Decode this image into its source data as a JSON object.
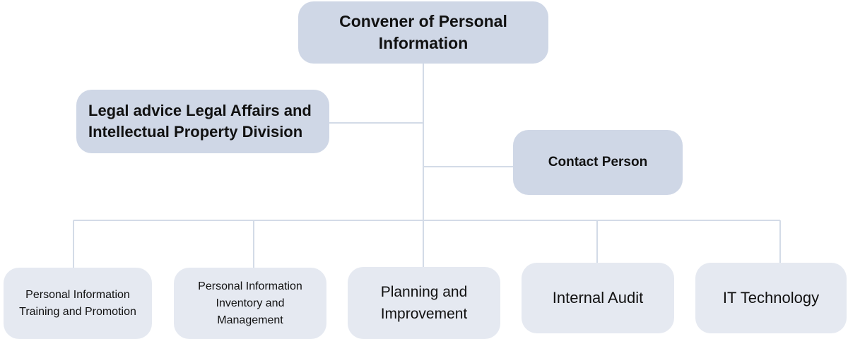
{
  "diagram": {
    "type": "org-chart",
    "nodes": {
      "convener": "Convener of Personal Information",
      "legal": "Legal advice Legal Affairs and Intellectual Property Division",
      "contact": "Contact Person",
      "training": "Personal Information Training and Promotion",
      "inventory": "Personal Information Inventory and Management",
      "planning": "Planning and Improvement",
      "audit": "Internal Audit",
      "it": "IT Technology"
    },
    "edges": [
      [
        "convener",
        "legal"
      ],
      [
        "convener",
        "contact"
      ],
      [
        "convener",
        "training"
      ],
      [
        "convener",
        "inventory"
      ],
      [
        "convener",
        "planning"
      ],
      [
        "convener",
        "audit"
      ],
      [
        "convener",
        "it"
      ]
    ],
    "colors": {
      "primary_box": "#cfd7e6",
      "secondary_box": "#e5e9f1",
      "connector": "#d3dbe7",
      "text": "#111111"
    }
  }
}
